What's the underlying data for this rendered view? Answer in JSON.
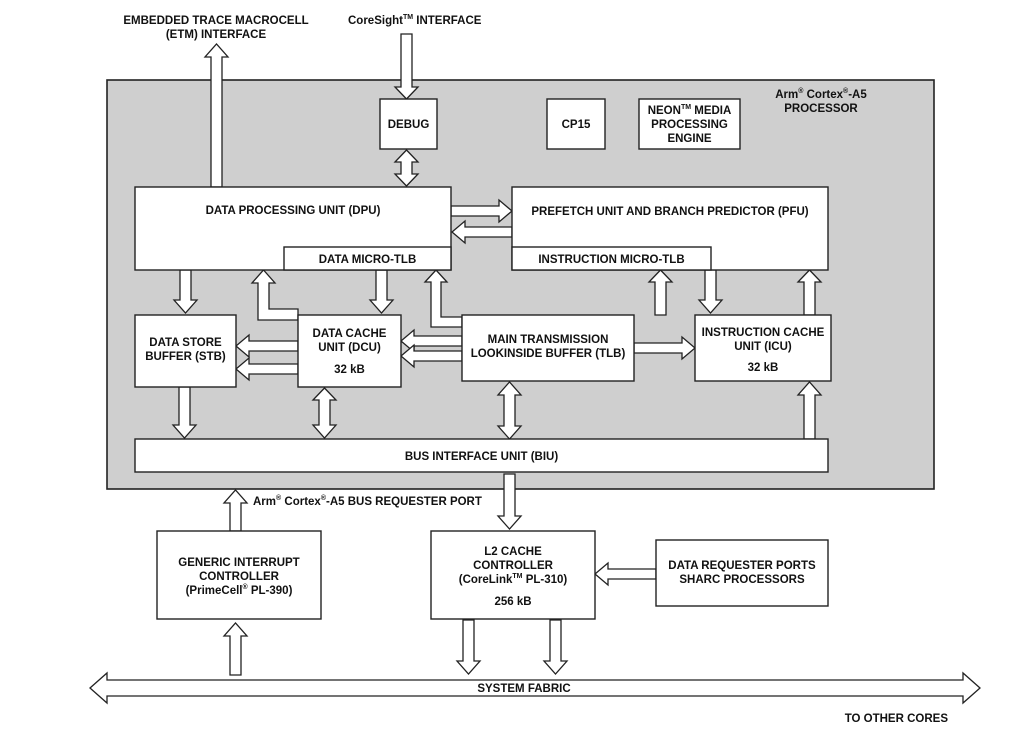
{
  "diagram": {
    "top_labels": {
      "etm_line1": "EMBEDDED TRACE MACROCELL",
      "etm_line2": "(ETM) INTERFACE",
      "coresight_name": "CoreSight",
      "coresight_tm": "TM",
      "coresight_suffix": " INTERFACE"
    },
    "processor": {
      "label_arm": "Arm",
      "label_reg": "®",
      "label_cortex": " Cortex",
      "label_reg2": "®",
      "label_model": "-A5",
      "label_line2": "PROCESSOR"
    },
    "blocks": {
      "debug": "DEBUG",
      "cp15": "CP15",
      "neon_line1_name": "NEON",
      "neon_line1_tm": "TM",
      "neon_line1_suffix": " MEDIA",
      "neon_line2": "PROCESSING",
      "neon_line3": "ENGINE",
      "dpu": "DATA PROCESSING UNIT (DPU)",
      "data_micro_tlb": "DATA MICRO-TLB",
      "pfu": "PREFETCH UNIT AND BRANCH PREDICTOR (PFU)",
      "instruction_micro_tlb": "INSTRUCTION MICRO-TLB",
      "stb_line1": "DATA STORE",
      "stb_line2": "BUFFER (STB)",
      "dcu_line1": "DATA CACHE",
      "dcu_line2": "UNIT (DCU)",
      "dcu_size": "32 kB",
      "tlb_line1": "MAIN TRANSMISSION",
      "tlb_line2": "LOOKINSIDE BUFFER (TLB)",
      "icu_line1": "INSTRUCTION CACHE",
      "icu_line2": "UNIT (ICU)",
      "icu_size": "32 kB",
      "biu": "BUS INTERFACE UNIT (BIU)"
    },
    "bus_port": {
      "arm": "Arm",
      "reg": "®",
      "cortex": " Cortex",
      "reg2": "®",
      "rest": "-A5 BUS REQUESTER PORT"
    },
    "gic": {
      "line1": "GENERIC INTERRUPT",
      "line2": "CONTROLLER",
      "line3_name": "(PrimeCell",
      "line3_reg": "®",
      "line3_rest": " PL-390)"
    },
    "l2": {
      "line1": "L2 CACHE",
      "line2": "CONTROLLER",
      "line3_name": "(CoreLink",
      "line3_tm": "TM",
      "line3_rest": " PL-310)",
      "size": "256 kB"
    },
    "requester": {
      "line1": "DATA REQUESTER PORTS",
      "line2": "SHARC PROCESSORS"
    },
    "system_fabric": "SYSTEM FABRIC",
    "other_cores": "TO OTHER CORES"
  }
}
